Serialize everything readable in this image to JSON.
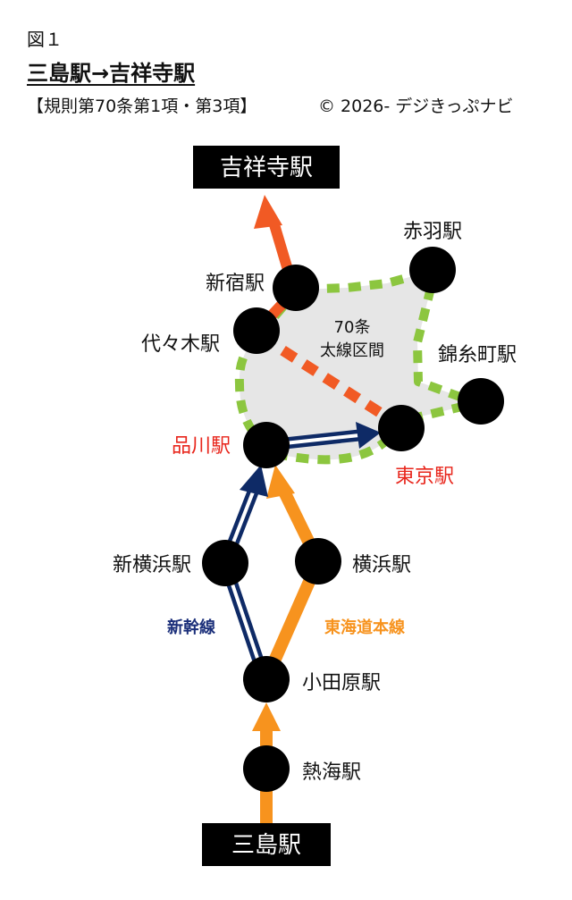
{
  "header": {
    "figure_label": "図１",
    "route_title": "三島駅→吉祥寺駅",
    "rule_reference": "【規則第70条第1項・第3項】",
    "copyright": "© 2026- デジきっぷナビ"
  },
  "stations": {
    "kichijoji": "吉祥寺駅",
    "mishima": "三島駅",
    "akabane": "赤羽駅",
    "shinjuku": "新宿駅",
    "yoyogi": "代々木駅",
    "kinshicho": "錦糸町駅",
    "shinagawa": "品川駅",
    "tokyo": "東京駅",
    "shin_yokohama": "新横浜駅",
    "yokohama": "横浜駅",
    "odawara": "小田原駅",
    "atami": "熱海駅"
  },
  "area": {
    "label_line1": "70条",
    "label_line2": "太線区間"
  },
  "lines": {
    "shinkansen": "新幹線",
    "tokaido": "東海道本線"
  },
  "colors": {
    "orange_route": "#f7931e",
    "red_route": "#f15a24",
    "shinkansen_navy": "#0e2a66",
    "area_border_green": "#8cc63f",
    "area_fill": "#e6e6e6",
    "highlight_red": "#e8251b",
    "label_navy": "#1b2f7a",
    "label_orange": "#f7931e"
  }
}
